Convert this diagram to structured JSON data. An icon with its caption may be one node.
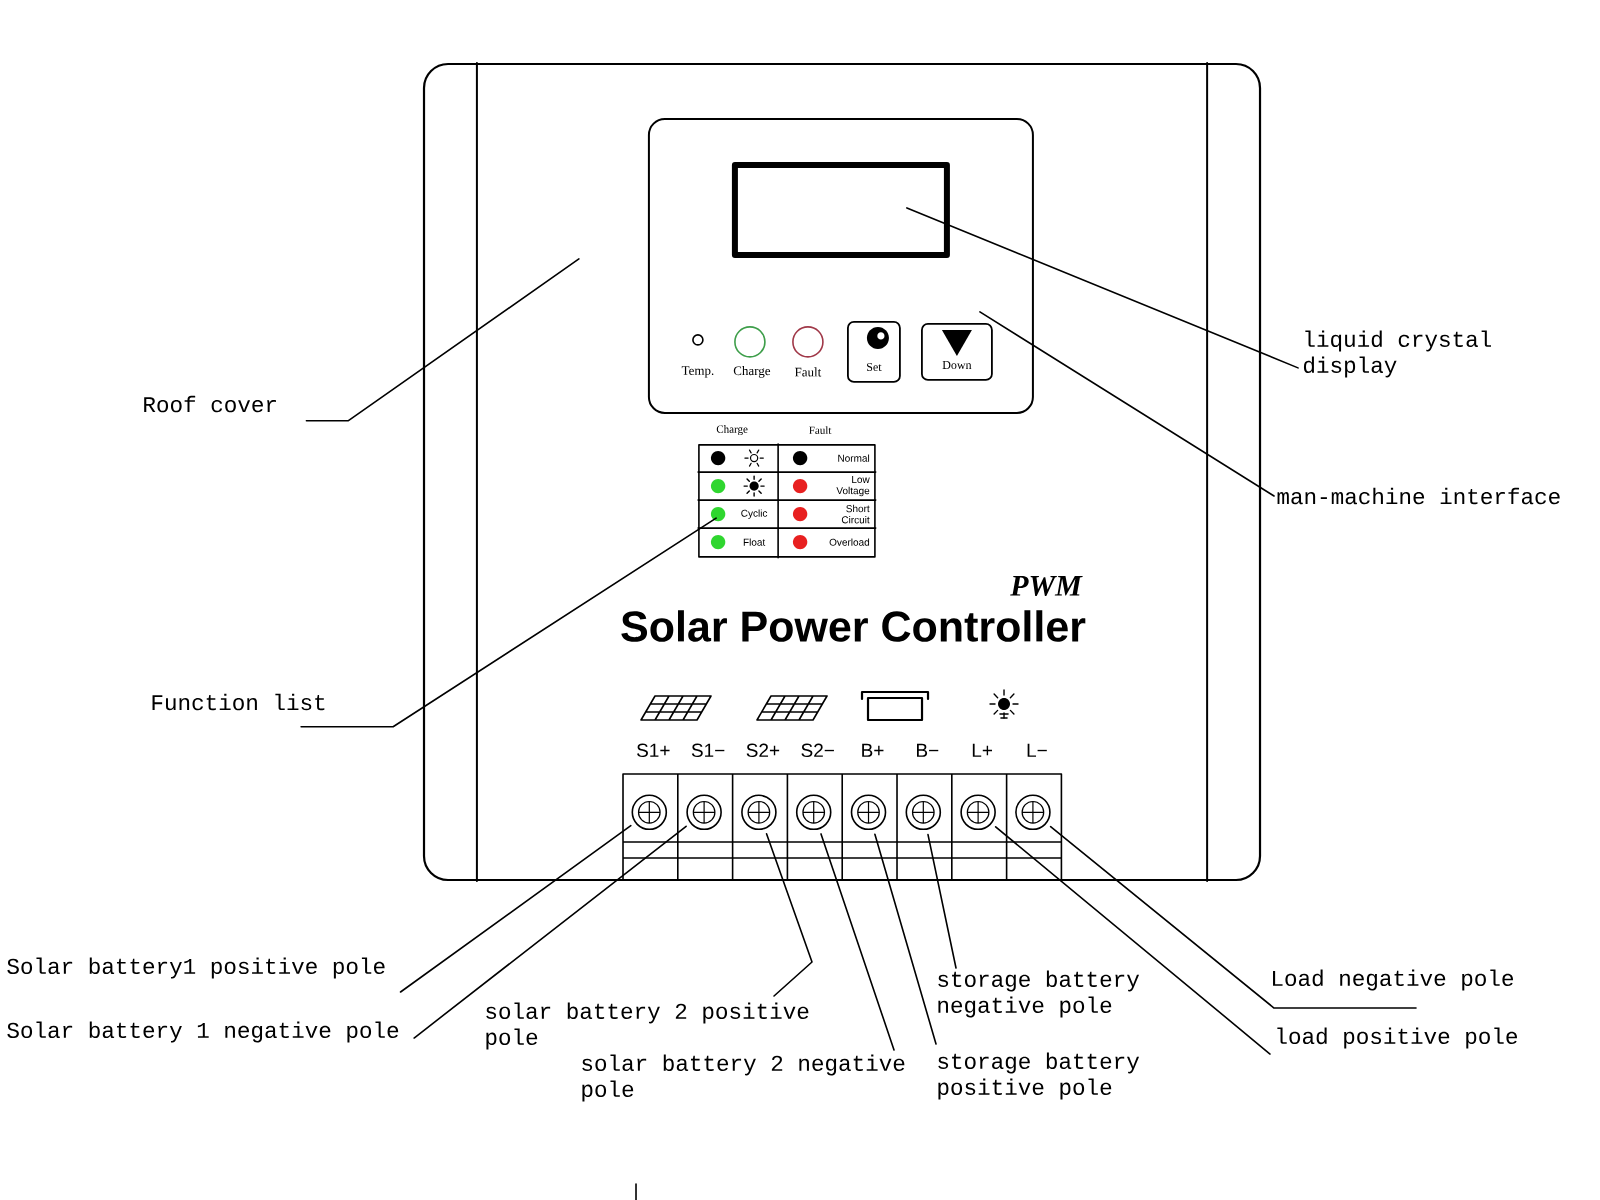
{
  "diagram": {
    "nodes": [
      {
        "text": [],
        "shape": "box"
      },
      {
        "text": [],
        "shape": "box",
        "in": 0
      },
      {
        "text": [],
        "shape": "box",
        "in": 1
      },
      {
        "text": [],
        "shape": "circle",
        "beside": [
          "Temp."
        ],
        "in": 1
      },
      {
        "text": [],
        "shape": "circle",
        "beside": [
          "Charge"
        ],
        "in": 1
      },
      {
        "text": [],
        "shape": "circle",
        "beside": [
          "Fault"
        ],
        "in": 1
      },
      {
        "text": [
          "Set"
        ],
        "in": 1
      },
      {
        "text": [
          "Down"
        ],
        "in": 1
      },
      {
        "text": [
          "Charge",
          "Fault",
          "Normal",
          "Low Voltage",
          "Cyclic",
          "Short Circuit",
          "Float",
          "Overload"
        ],
        "in": 0
      },
      {
        "text": [],
        "shape": "circle",
        "beside": [
          "S1+"
        ],
        "in": 0
      },
      {
        "text": [],
        "shape": "circle",
        "beside": [
          "S1−"
        ],
        "in": 0
      },
      {
        "text": [],
        "shape": "circle",
        "beside": [
          "S2+"
        ],
        "in": 0
      },
      {
        "text": [],
        "shape": "circle",
        "beside": [
          "S2−"
        ],
        "in": 0
      },
      {
        "text": [],
        "shape": "circle",
        "beside": [
          "B+"
        ],
        "in": 0
      },
      {
        "text": [],
        "shape": "circle",
        "beside": [
          "B−"
        ],
        "in": 0
      },
      {
        "text": [],
        "shape": "circle",
        "beside": [
          "L+"
        ],
        "in": 0
      },
      {
        "text": [],
        "shape": "circle",
        "beside": [
          "L−"
        ],
        "in": 0
      },
      {
        "text": [
          "Roof cover"
        ]
      },
      {
        "text": [
          "liquid crystal display"
        ]
      },
      {
        "text": [
          "man-machine interface"
        ]
      },
      {
        "text": [
          "Function list"
        ]
      },
      {
        "text": [
          "Solar battery1 positive pole"
        ]
      },
      {
        "text": [
          "Solar battery 1 negative pole"
        ]
      },
      {
        "text": [
          "solar battery 2 positive pole"
        ]
      },
      {
        "text": [
          "solar battery 2 negative pole"
        ]
      },
      {
        "text": [
          "storage battery negative pole"
        ]
      },
      {
        "text": [
          "storage battery positive pole"
        ]
      },
      {
        "text": [
          "Load negative pole"
        ]
      },
      {
        "text": [
          "load positive pole"
        ]
      }
    ],
    "edges": [
      {
        "from": 17,
        "to": 0,
        "arrow": "none"
      },
      {
        "from": 18,
        "to": 2,
        "arrow": "none"
      },
      {
        "from": 19,
        "to": 1,
        "arrow": "none"
      },
      {
        "from": 20,
        "to": 8,
        "arrow": "none"
      },
      {
        "from": 21,
        "to": 9,
        "arrow": "none"
      },
      {
        "from": 22,
        "to": 10,
        "arrow": "none"
      },
      {
        "from": 23,
        "to": 11,
        "arrow": "none"
      },
      {
        "from": 24,
        "to": 12,
        "arrow": "none"
      },
      {
        "from": 25,
        "to": 14,
        "arrow": "none"
      },
      {
        "from": 26,
        "to": 13,
        "arrow": "none"
      },
      {
        "from": 27,
        "to": 16,
        "arrow": "none"
      },
      {
        "from": 28,
        "to": 15,
        "arrow": "none"
      }
    ],
    "labels": [
      "PWM",
      "Solar Power Controller"
    ]
  }
}
